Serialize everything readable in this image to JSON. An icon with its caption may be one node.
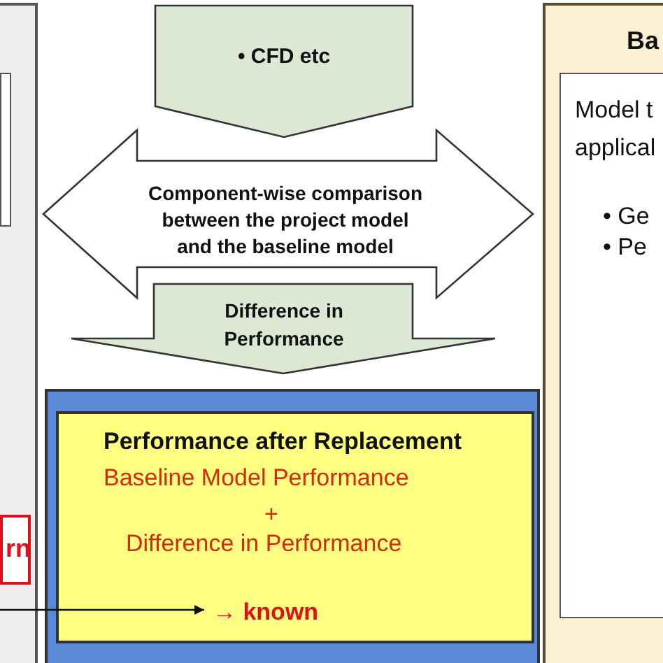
{
  "diagram": {
    "nodes": [
      {
        "text": [],
        "shape": "box"
      },
      {
        "text": [],
        "shape": "box",
        "in": 0
      },
      {
        "text": [
          "rn"
        ],
        "in": 0
      },
      {
        "text": [
          "• CFD etc"
        ]
      },
      {
        "text": [
          "Component-wise comparison between the project model and the baseline model"
        ]
      },
      {
        "text": [
          "Difference in Performance"
        ]
      },
      {
        "text": [],
        "shape": "box"
      },
      {
        "text": [
          "Performance after Replacement",
          "Baseline Model Performance",
          "+",
          "Difference in Performance",
          "→ known"
        ],
        "in": 6
      },
      {
        "text": [
          "Ba"
        ]
      },
      {
        "text": [
          "Model t applical",
          "• Ge",
          "• Pe"
        ],
        "in": 8
      }
    ],
    "edges": [
      {
        "from": 0,
        "to": 7,
        "arrow": "to"
      }
    ]
  }
}
